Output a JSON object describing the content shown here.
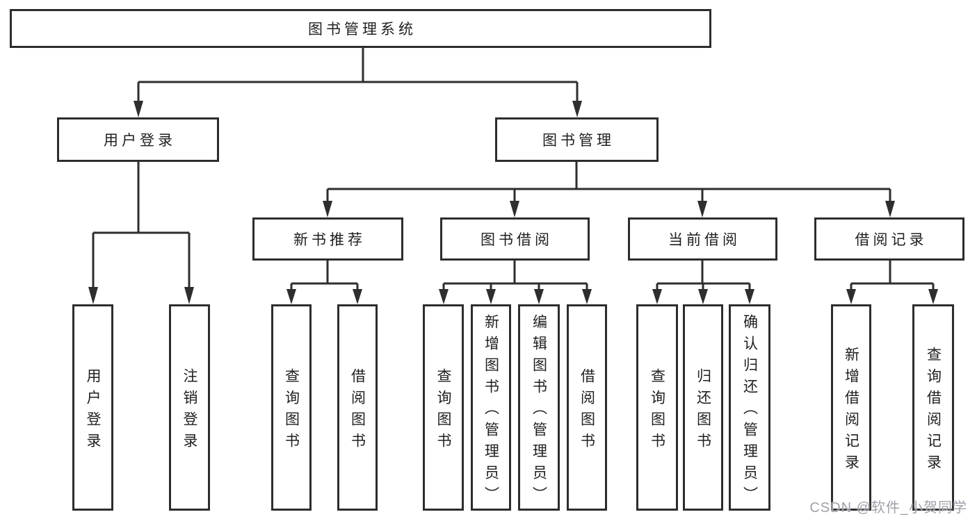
{
  "tree": {
    "label": "图书管理系统",
    "children": [
      {
        "label": "用户登录",
        "children": [
          {
            "label": "用户登录"
          },
          {
            "label": "注销登录"
          }
        ]
      },
      {
        "label": "图书管理",
        "children": [
          {
            "label": "新书推荐",
            "children": [
              {
                "label": "查询图书"
              },
              {
                "label": "借阅图书"
              }
            ]
          },
          {
            "label": "图书借阅",
            "children": [
              {
                "label": "查询图书"
              },
              {
                "label": "新增图书（管理员）"
              },
              {
                "label": "编辑图书（管理员）"
              },
              {
                "label": "借阅图书"
              }
            ]
          },
          {
            "label": "当前借阅",
            "children": [
              {
                "label": "查询图书"
              },
              {
                "label": "归还图书"
              },
              {
                "label": "确认归还（管理员）"
              }
            ]
          },
          {
            "label": "借阅记录",
            "children": [
              {
                "label": "新增借阅记录"
              },
              {
                "label": "查询借阅记录"
              }
            ]
          }
        ]
      }
    ]
  },
  "watermark": "CSDN @软件_小贺同学",
  "colors": {
    "box_border": "#2d2d2d",
    "connector": "#2e2e2e",
    "text": "#1f1f1f",
    "watermark_text": "#9fa1a9",
    "background": "#ffffff"
  }
}
